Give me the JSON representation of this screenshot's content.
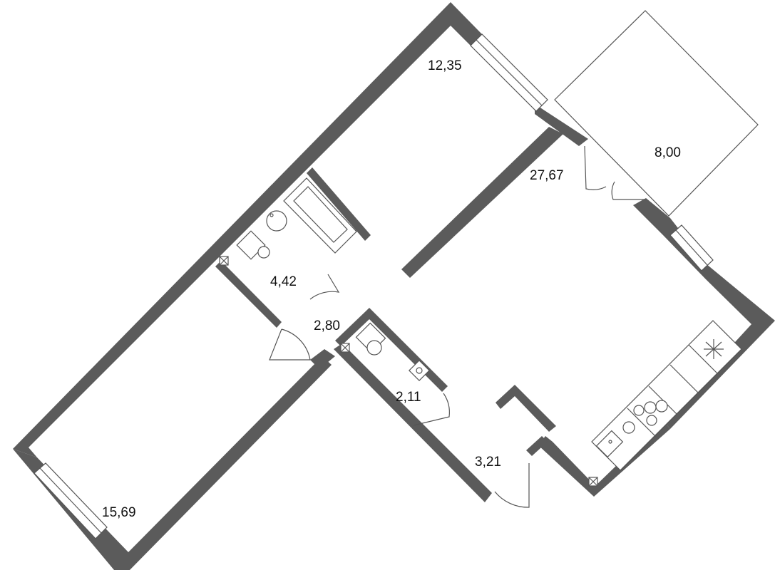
{
  "plan": {
    "colors": {
      "wall": "#5b5b5b",
      "line": "#555555",
      "background": "#ffffff",
      "text": "#111111"
    },
    "rooms": [
      {
        "id": "bedroom-top",
        "area": "12,35"
      },
      {
        "id": "balcony",
        "area": "8,00"
      },
      {
        "id": "living-kitchen",
        "area": "27,67"
      },
      {
        "id": "bathroom",
        "area": "4,42"
      },
      {
        "id": "hallway",
        "area": "2,80"
      },
      {
        "id": "toilet",
        "area": "2,11"
      },
      {
        "id": "entry-hall",
        "area": "3,21"
      },
      {
        "id": "bedroom-bottom",
        "area": "15,69"
      }
    ]
  }
}
